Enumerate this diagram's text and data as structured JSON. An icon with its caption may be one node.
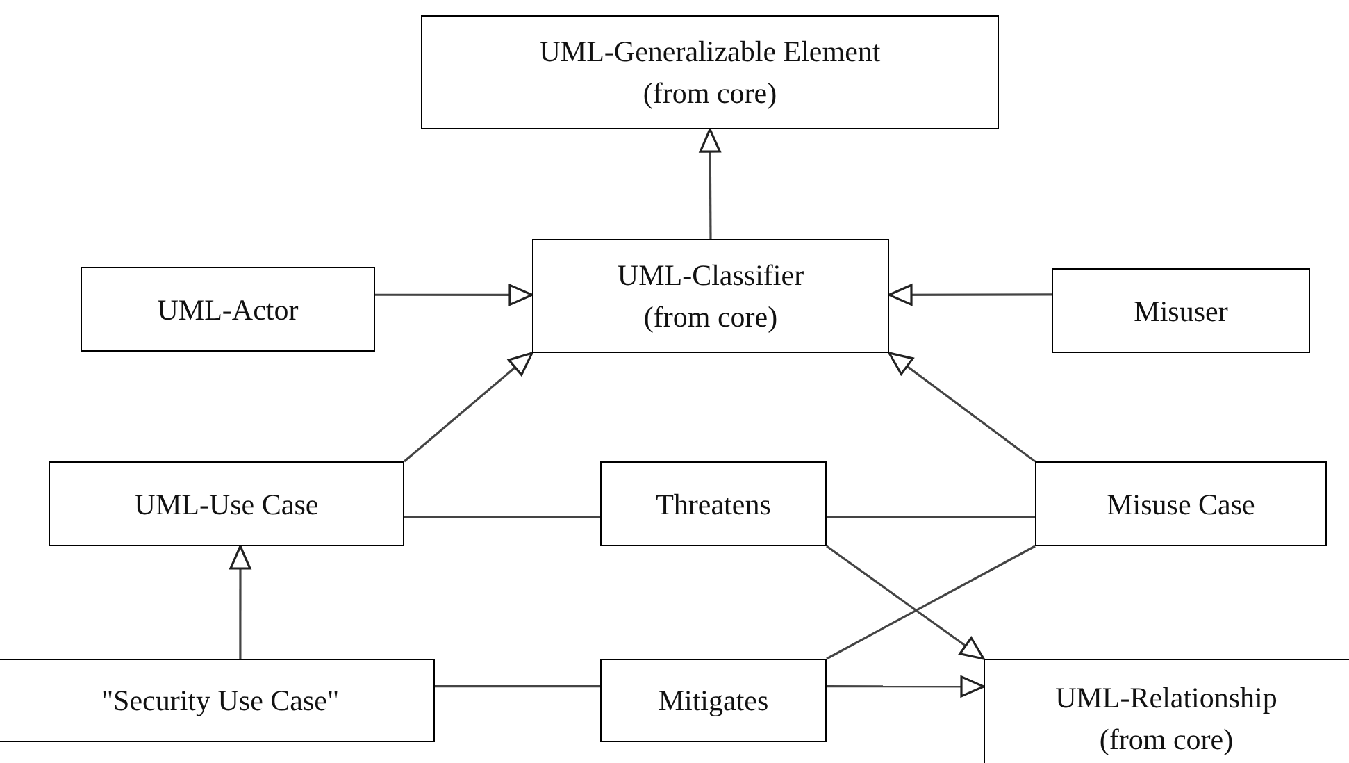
{
  "diagram": {
    "nodes": [
      {
        "text": [
          "UML-Generalizable Element",
          "(from core)"
        ]
      },
      {
        "text": [
          "UML-Actor"
        ]
      },
      {
        "text": [
          "UML-Classifier",
          "(from core)"
        ]
      },
      {
        "text": [
          "Misuser"
        ]
      },
      {
        "text": [
          "UML-Use Case"
        ]
      },
      {
        "text": [
          "Threatens"
        ]
      },
      {
        "text": [
          "Misuse Case"
        ]
      },
      {
        "text": [
          "\"Security Use Case\""
        ]
      },
      {
        "text": [
          "Mitigates"
        ]
      },
      {
        "text": [
          "UML-Relationship",
          "(from core)"
        ]
      }
    ],
    "edges": [
      {
        "from": 2,
        "to": 0,
        "arrow": "to"
      },
      {
        "from": 1,
        "to": 2,
        "arrow": "to"
      },
      {
        "from": 3,
        "to": 2,
        "arrow": "to"
      },
      {
        "from": 4,
        "to": 2,
        "arrow": "to"
      },
      {
        "from": 6,
        "to": 2,
        "arrow": "to"
      },
      {
        "from": 4,
        "to": 5,
        "arrow": "none"
      },
      {
        "from": 5,
        "to": 6,
        "arrow": "none"
      },
      {
        "from": 7,
        "to": 4,
        "arrow": "to"
      },
      {
        "from": 7,
        "to": 8,
        "arrow": "none"
      },
      {
        "from": 8,
        "to": 9,
        "arrow": "to"
      },
      {
        "from": 5,
        "to": 9,
        "arrow": "to"
      },
      {
        "from": 8,
        "to": 6,
        "arrow": "none"
      }
    ]
  }
}
